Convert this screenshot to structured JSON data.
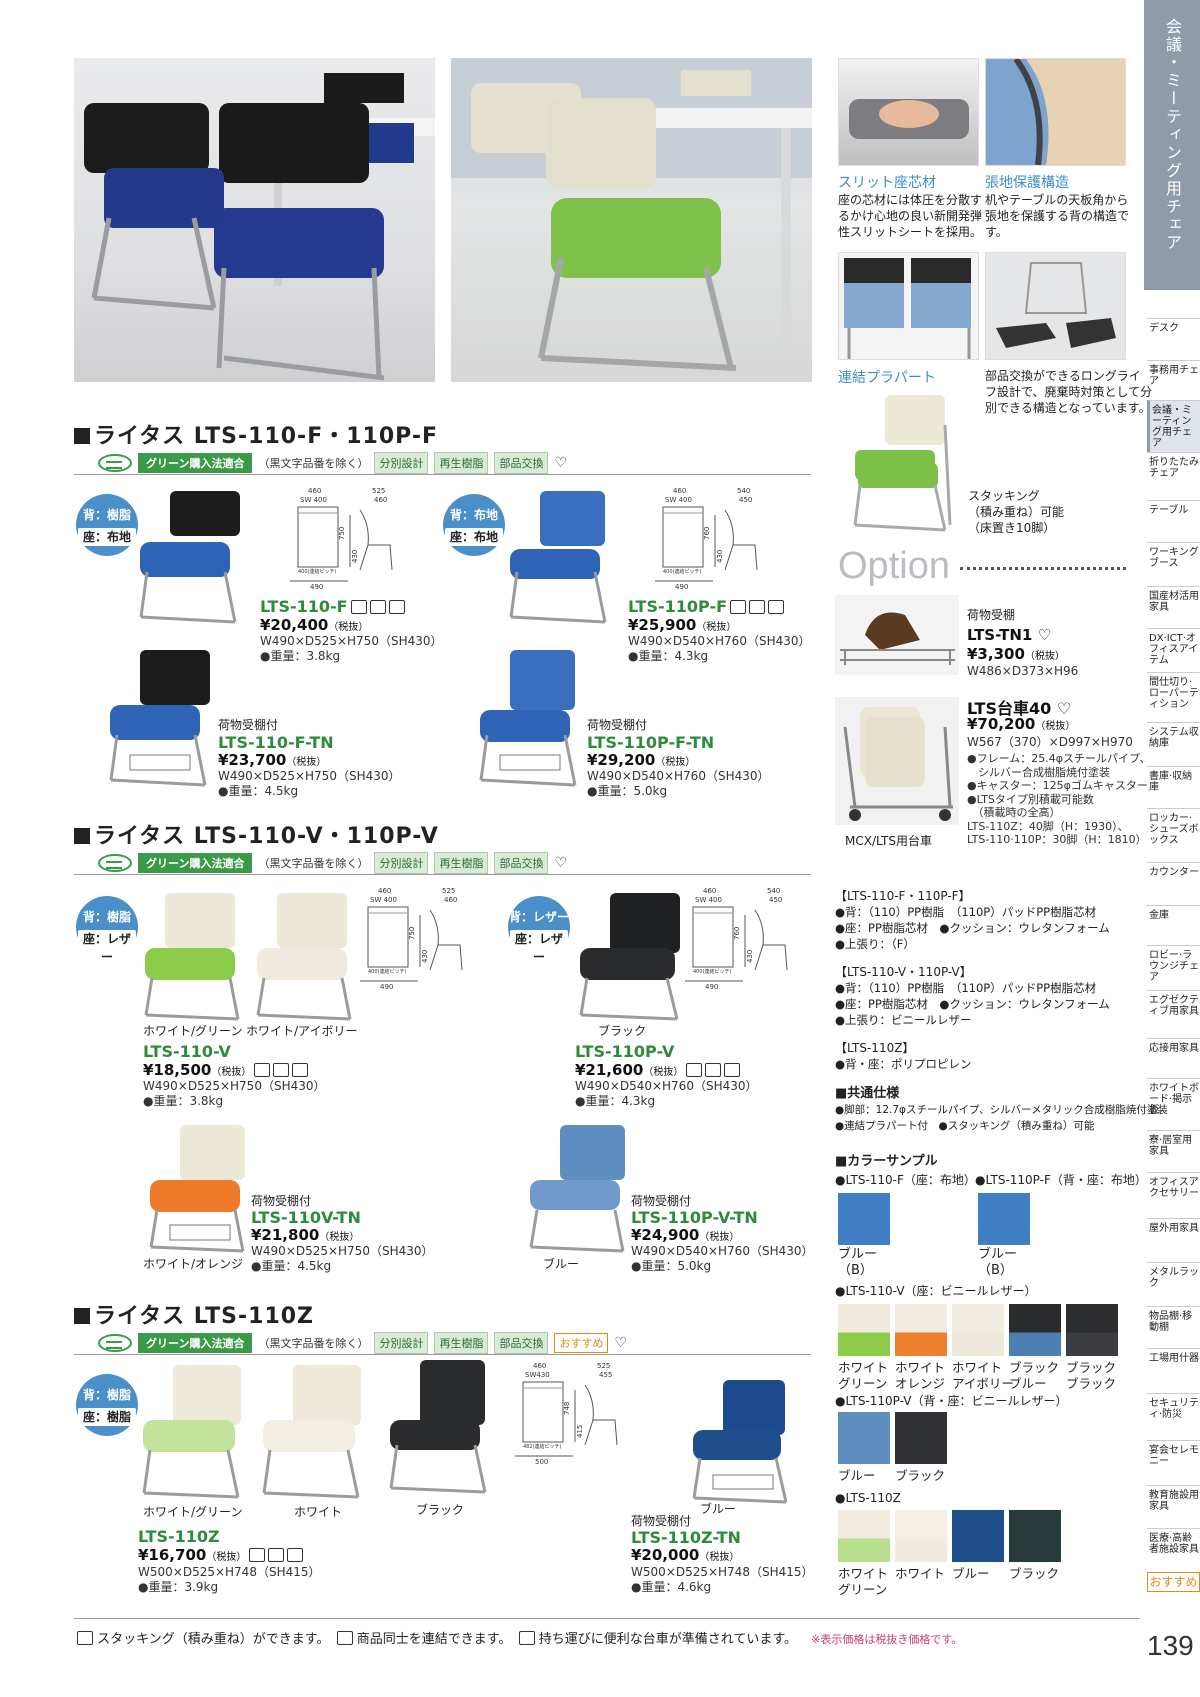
{
  "side": {
    "category_vertical": "会議・ミーティング用チェア",
    "tabs": [
      "デスク",
      "事務用チェア",
      "会議・ミーティング用チェア",
      "折りたたみチェア",
      "テーブル",
      "ワーキングブース",
      "国産材活用家具",
      "DX·ICT·オフィスアイテム",
      "間仕切り·ローパーティション",
      "システム収納庫",
      "書庫·収納庫",
      "ロッカー·シューズボックス",
      "カウンター",
      "金庫",
      "ロビー·ラウンジチェア",
      "エグゼクティブ用家具",
      "応接用家具",
      "ホワイトボード·掲示板",
      "寮·居室用家具",
      "オフィスアクセサリー",
      "屋外用家具",
      "メタルラック",
      "物品棚·移動棚",
      "工場用什器",
      "セキュリティ·防災",
      "宴会セレモニー",
      "教育施設用家具",
      "医療·高齢者施設家具"
    ],
    "recommend_tab": "おすすめ",
    "page_number": "139"
  },
  "features": {
    "slit": {
      "title": "スリット座芯材",
      "text": [
        "座の芯材には体圧を分散す",
        "るかけ心地の良い新開発弾",
        "性スリットシートを採用。"
      ]
    },
    "protect": {
      "title": "張地保護構造",
      "text": [
        "机やテーブルの天板角から",
        "張地を保護する背の構造で",
        "す。"
      ]
    },
    "link": {
      "title": "連結プラパート"
    },
    "parts": {
      "text": [
        "部品交換ができるロングライ",
        "フ設計で、廃棄時対策として分",
        "別できる構造となっています。"
      ]
    },
    "stacking": {
      "text": [
        "スタッキング",
        "（積み重ね）可能",
        "（床置き10脚）"
      ]
    }
  },
  "badges": {
    "green": "グリーン購入法適合",
    "note": "（黒文字品番を除く）",
    "b1": "分別設計",
    "b2": "再生樹脂",
    "b3": "部品交換",
    "recommend": "おすすめ",
    "heart": "♡"
  },
  "sec1": {
    "title": "ライタス LTS-110-F・110P-F",
    "mat_a": {
      "l1": "背：樹脂",
      "l2": "座：布地"
    },
    "mat_b": {
      "l1": "背：布地",
      "l2": "座：布地"
    },
    "p1": {
      "model": "LTS-110-F",
      "price": "¥20,400",
      "tax": "（税抜）",
      "size": "W490×D525×H750（SH430）",
      "weight": "●重量：3.8kg"
    },
    "p2": {
      "model": "LTS-110P-F",
      "price": "¥25,900",
      "tax": "（税抜）",
      "size": "W490×D540×H760（SH430）",
      "weight": "●重量：4.3kg"
    },
    "p3": {
      "sub": "荷物受棚付",
      "model": "LTS-110-F-TN",
      "price": "¥23,700",
      "tax": "（税抜）",
      "size": "W490×D525×H750（SH430）",
      "weight": "●重量：4.5kg"
    },
    "p4": {
      "sub": "荷物受棚付",
      "model": "LTS-110P-F-TN",
      "price": "¥29,200",
      "tax": "（税抜）",
      "size": "W490×D540×H760（SH430）",
      "weight": "●重量：5.0kg"
    }
  },
  "sec2": {
    "title": "ライタス LTS-110-V・110P-V",
    "mat_a": {
      "l1": "背：樹脂",
      "l2": "座：レザー"
    },
    "mat_b": {
      "l1": "背：レザー",
      "l2": "座：レザー"
    },
    "cap1": "ホワイト/グリーン",
    "cap2": "ホワイト/アイボリー",
    "cap3": "ブラック",
    "p1": {
      "model": "LTS-110-V",
      "price": "¥18,500",
      "tax": "（税抜）",
      "size": "W490×D525×H750（SH430）",
      "weight": "●重量：3.8kg"
    },
    "p2": {
      "model": "LTS-110P-V",
      "price": "¥21,600",
      "tax": "（税抜）",
      "size": "W490×D540×H760（SH430）",
      "weight": "●重量：4.3kg"
    },
    "p3": {
      "sub": "荷物受棚付",
      "model": "LTS-110V-TN",
      "price": "¥21,800",
      "tax": "（税抜）",
      "size": "W490×D525×H750（SH430）",
      "weight": "●重量：4.5kg",
      "cap": "ホワイト/オレンジ"
    },
    "p4": {
      "sub": "荷物受棚付",
      "model": "LTS-110P-V-TN",
      "price": "¥24,900",
      "tax": "（税抜）",
      "size": "W490×D540×H760（SH430）",
      "weight": "●重量：5.0kg",
      "cap": "ブルー"
    }
  },
  "sec3": {
    "title": "ライタス LTS-110Z",
    "mat": {
      "l1": "背：樹脂",
      "l2": "座：樹脂"
    },
    "cap1": "ホワイト/グリーン",
    "cap2": "ホワイト",
    "cap3": "ブラック",
    "cap4": "ブルー",
    "p1": {
      "model": "LTS-110Z",
      "price": "¥16,700",
      "tax": "（税抜）",
      "size": "W500×D525×H748（SH415）",
      "weight": "●重量：3.9kg"
    },
    "p2": {
      "sub": "荷物受棚付",
      "model": "LTS-110Z-TN",
      "price": "¥20,000",
      "tax": "（税抜）",
      "size": "W500×D525×H748（SH415）",
      "weight": "●重量：4.6kg"
    }
  },
  "dims": {
    "d460": "460",
    "sw400": "SW 400",
    "d525": "525",
    "d460b": "460",
    "d750": "750",
    "d430": "430",
    "d490": "490",
    "d400": "400(連結ピッチ)",
    "d540": "540",
    "d450": "450",
    "d760": "760",
    "sw430": "SW430",
    "d455": "455",
    "d748": "748",
    "d415": "415",
    "d482": "482(連結ピッチ)",
    "d500": "500"
  },
  "option": {
    "heading": "Option",
    "tn1": {
      "sub": "荷物受棚",
      "model": "LTS-TN1",
      "heart": "♡",
      "price": "¥3,300",
      "tax": "（税抜）",
      "size": "W486×D373×H96"
    },
    "cart": {
      "model": "LTS台車40",
      "heart": "♡",
      "price": "¥70,200",
      "tax": "（税抜）",
      "size": "W567（370）×D997×H970",
      "lines": [
        "●フレーム：25.4φスチールパイプ、",
        "　シルバー合成樹脂焼付塗装",
        "●キャスター：125φゴムキャスター",
        "●LTSタイプ別積載可能数",
        "　（積載時の全高）",
        "LTS-110Z：40脚（H：1930）、",
        "LTS-110·110P：30脚（H：1810）"
      ],
      "caption": "MCX/LTS用台車"
    }
  },
  "specs": {
    "f_head": "【LTS-110-F・110P-F】",
    "f_lines": [
      "●背：（110）PP樹脂　（110P）パッドPP樹脂芯材",
      "●座：PP樹脂芯材　●クッション：ウレタンフォーム",
      "●上張り：（F）"
    ],
    "v_head": "【LTS-110-V・110P-V】",
    "v_lines": [
      "●背：（110）PP樹脂　（110P）パッドPP樹脂芯材",
      "●座：PP樹脂芯材　●クッション：ウレタンフォーム",
      "●上張り：ビニールレザー"
    ],
    "z_head": "【LTS-110Z】",
    "z_lines": [
      "●背・座：ポリプロピレン"
    ],
    "common_head": "■共通仕様",
    "common_lines": [
      "●脚部：12.7φスチールパイプ、シルバーメタリック合成樹脂焼付塗装",
      "●連結プラパート付　●スタッキング（積み重ね）可能"
    ],
    "color_head": "■カラーサンプル",
    "c1": "●LTS-110-F（座：布地）",
    "c2": "●LTS-110P-F（背・座：布地）",
    "c1_lab": "ブルー\n（B）",
    "c2_lab": "ブルー\n（B）",
    "v_title": "●LTS-110-V（座：ビニールレザー）",
    "v_sw": [
      {
        "label": "ホワイト\nグリーン",
        "top": "#f0ebdc",
        "bot": "#8ccc4a"
      },
      {
        "label": "ホワイト\nオレンジ",
        "top": "#f1ece0",
        "bot": "#ee7f2d"
      },
      {
        "label": "ホワイト\nアイボリー",
        "top": "#f2ede2",
        "bot": "#efe9dc"
      },
      {
        "label": "ブラック\nブルー",
        "top": "#2a2c2e",
        "bot": "#4d7fb2"
      },
      {
        "label": "ブラック\nブラック",
        "top": "#2b2d2f",
        "bot": "#3a3c3f"
      }
    ],
    "pv_title": "●LTS-110P-V（背・座：ビニールレザー）",
    "pv_sw": [
      {
        "label": "ブルー",
        "color": "#5f8fc0"
      },
      {
        "label": "ブラック",
        "color": "#2f3134"
      }
    ],
    "z_title": "●LTS-110Z",
    "z_sw": [
      {
        "label": "ホワイト\nグリーン",
        "top": "#f1ecdd",
        "bot": "#b8df8d"
      },
      {
        "label": "ホワイト",
        "top": "#f3efe5",
        "bot": "#efebe1"
      },
      {
        "label": "ブルー",
        "top": "#1f4e8e",
        "bot": "#1f4e8e"
      },
      {
        "label": "ブラック",
        "top": "#263a3a",
        "bot": "#263a3a"
      }
    ]
  },
  "footer": {
    "stack": "スタッキング（積み重ね）ができます。",
    "link": "商品同士を連結できます。",
    "cart": "持ち運びに便利な台車が準備されています。",
    "note": "※表示価格は税抜き価格です。"
  },
  "colors": {
    "accent": "#2e8b3c",
    "tab": "#8e9ba8",
    "blue": "#3f7fc4"
  }
}
